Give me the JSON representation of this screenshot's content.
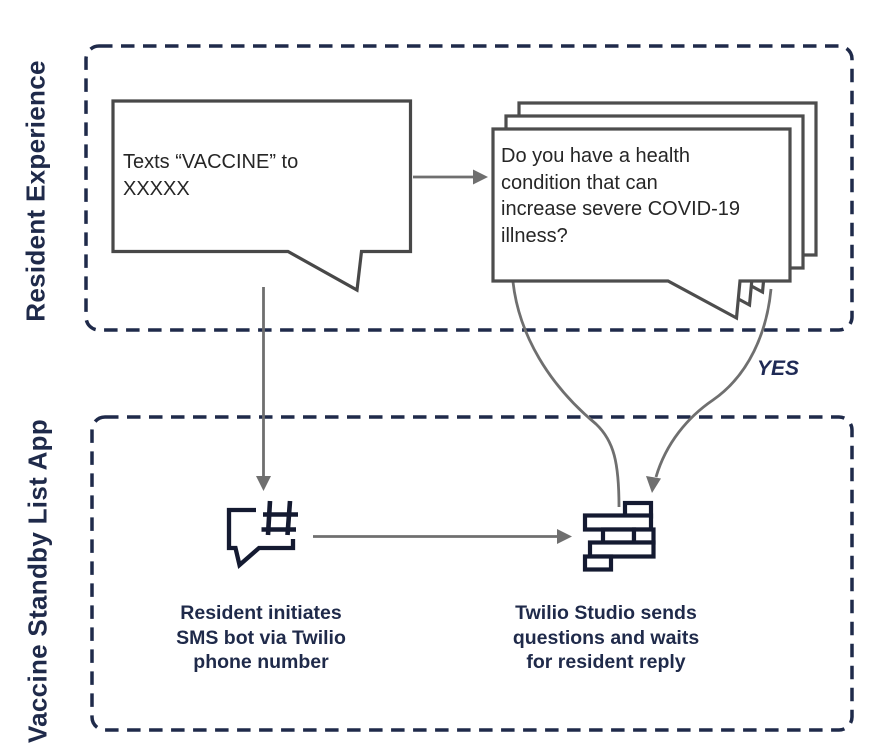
{
  "sections": {
    "resident_experience": {
      "label": "Resident Experience"
    },
    "vaccine_standby_list_app": {
      "label": "Vaccine Standby List App"
    }
  },
  "bubbles": {
    "initial": {
      "lines": [
        "Texts “VACCINE” to",
        "XXXXX"
      ]
    },
    "question": {
      "lines": [
        "Do you have a health",
        "condition that can",
        "increase severe COVID-19",
        "illness?"
      ]
    }
  },
  "captions": {
    "sms_bot": {
      "lines": [
        "Resident initiates",
        "SMS bot via Twilio",
        "phone number"
      ]
    },
    "twilio_studio": {
      "lines": [
        "Twilio Studio sends",
        "questions and waits",
        "for resident reply"
      ]
    }
  },
  "edge_labels": {
    "yes": "YES"
  },
  "icons": {
    "sms_bot": "sms-hashtag-bubble-icon",
    "twilio_studio": "twilio-studio-flow-icon"
  },
  "colors": {
    "navy": "#1f2a4a",
    "icon_navy": "#141a31",
    "arrow_gray": "#6f6f6f",
    "bubble_stroke": "#484848",
    "background": "#ffffff"
  }
}
